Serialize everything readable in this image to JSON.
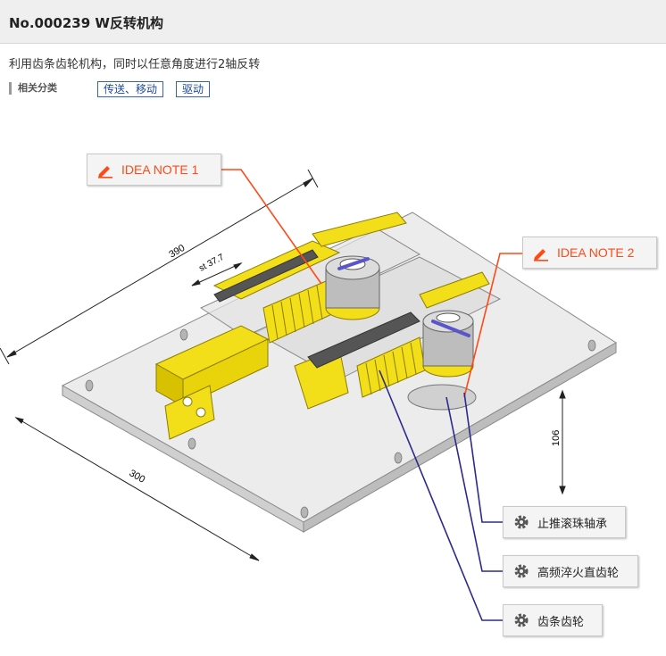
{
  "header": {
    "title": "No.000239 W反转机构"
  },
  "description": "利用齿条齿轮机构，同时以任意角度进行2轴反转",
  "categories": {
    "label": "相关分类",
    "tags": [
      "传送、移动",
      "驱动"
    ]
  },
  "dimensions": {
    "length_a": "390",
    "length_b": "300",
    "height": "106",
    "stroke": "st 37.7"
  },
  "idea_notes": [
    "IDEA NOTE 1",
    "IDEA NOTE 2"
  ],
  "parts": [
    "止推滚珠轴承",
    "高频淬火直齿轮",
    "齿条齿轮"
  ],
  "colors": {
    "accent_orange": "#ff4a17",
    "leader_blue": "#2d2a8c",
    "tag_blue": "#3b63a7",
    "part_yellow": "#f2df1a"
  }
}
